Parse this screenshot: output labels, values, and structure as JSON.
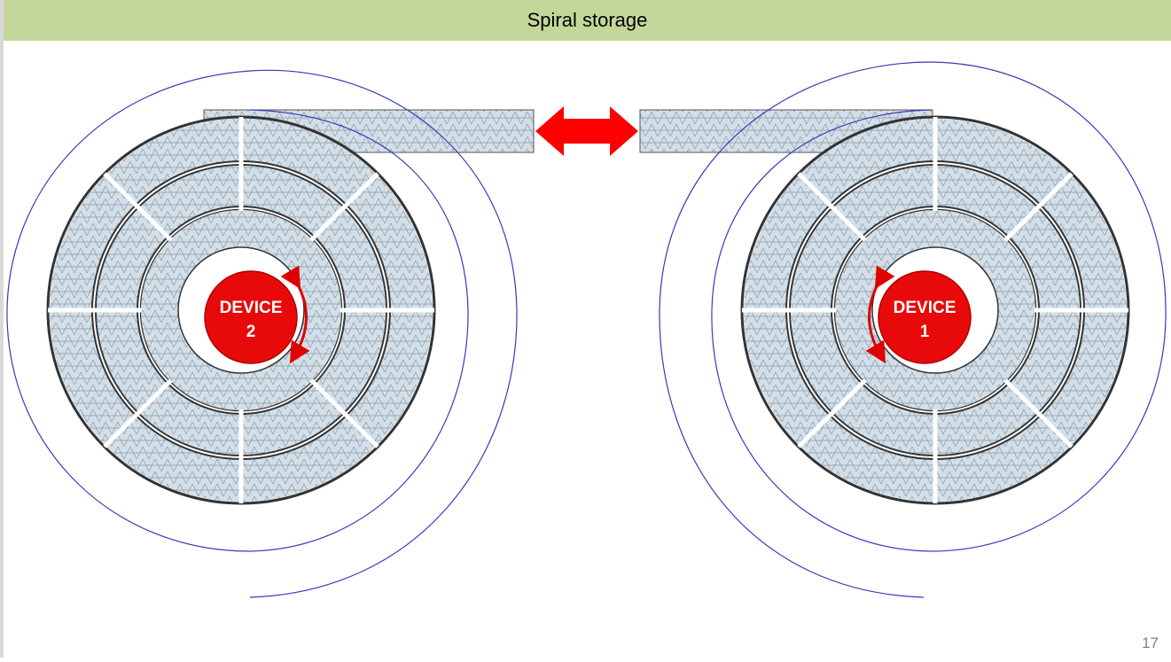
{
  "slide": {
    "title": "Spiral storage",
    "page_number": "17"
  },
  "devices": [
    {
      "id": "device-2",
      "line1": "DEVICE",
      "line2": "2"
    },
    {
      "id": "device-1",
      "line1": "DEVICE",
      "line2": "1"
    }
  ],
  "colors": {
    "title_bar": "#c4d79b",
    "spiral_line": "#3a3ab8",
    "segment_fill": "#cfdde7",
    "device_fill": "#e80a0a",
    "arrow": "#ff0000"
  }
}
